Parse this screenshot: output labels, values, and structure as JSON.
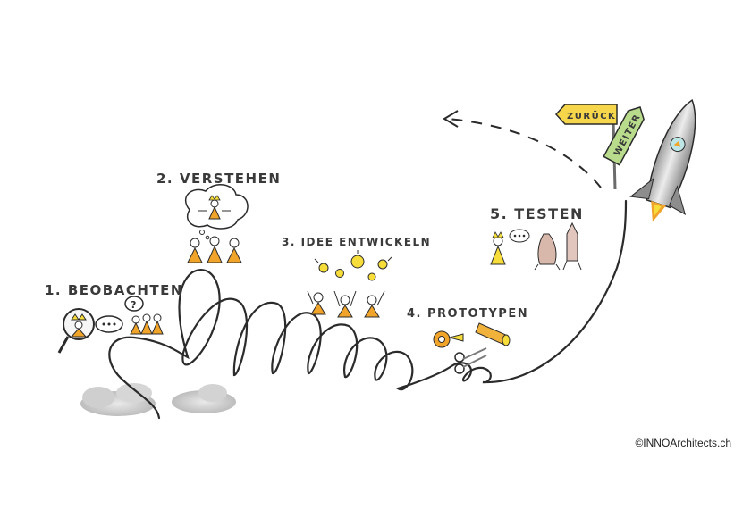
{
  "steps": [
    {
      "label": "1. BEOBACHTEN"
    },
    {
      "label": "2. VERSTEHEN"
    },
    {
      "label": "3. IDEE ENTWICKELN"
    },
    {
      "label": "4. PROTOTYPEN"
    },
    {
      "label": "5. TESTEN"
    }
  ],
  "signs": {
    "back": "ZURÜCK",
    "forward": "WEITER"
  },
  "copyright": "©INNOArchitects.ch",
  "colors": {
    "orange": "#f0a42a",
    "yellow": "#f7dd3a",
    "ink": "#2b2b2b",
    "sign_back": "#f6d64a",
    "sign_forward": "#b8dc8c",
    "rocket_body": "#d8d8d8",
    "smoke": "#cfcfcf"
  },
  "icons": [
    "magnifier-icon",
    "thought-bubble-icon",
    "lightbulb-icon",
    "scissors-icon",
    "tape-icon",
    "spyglass-icon",
    "rocket-icon",
    "signpost-icon",
    "smoke-cloud-icon"
  ]
}
